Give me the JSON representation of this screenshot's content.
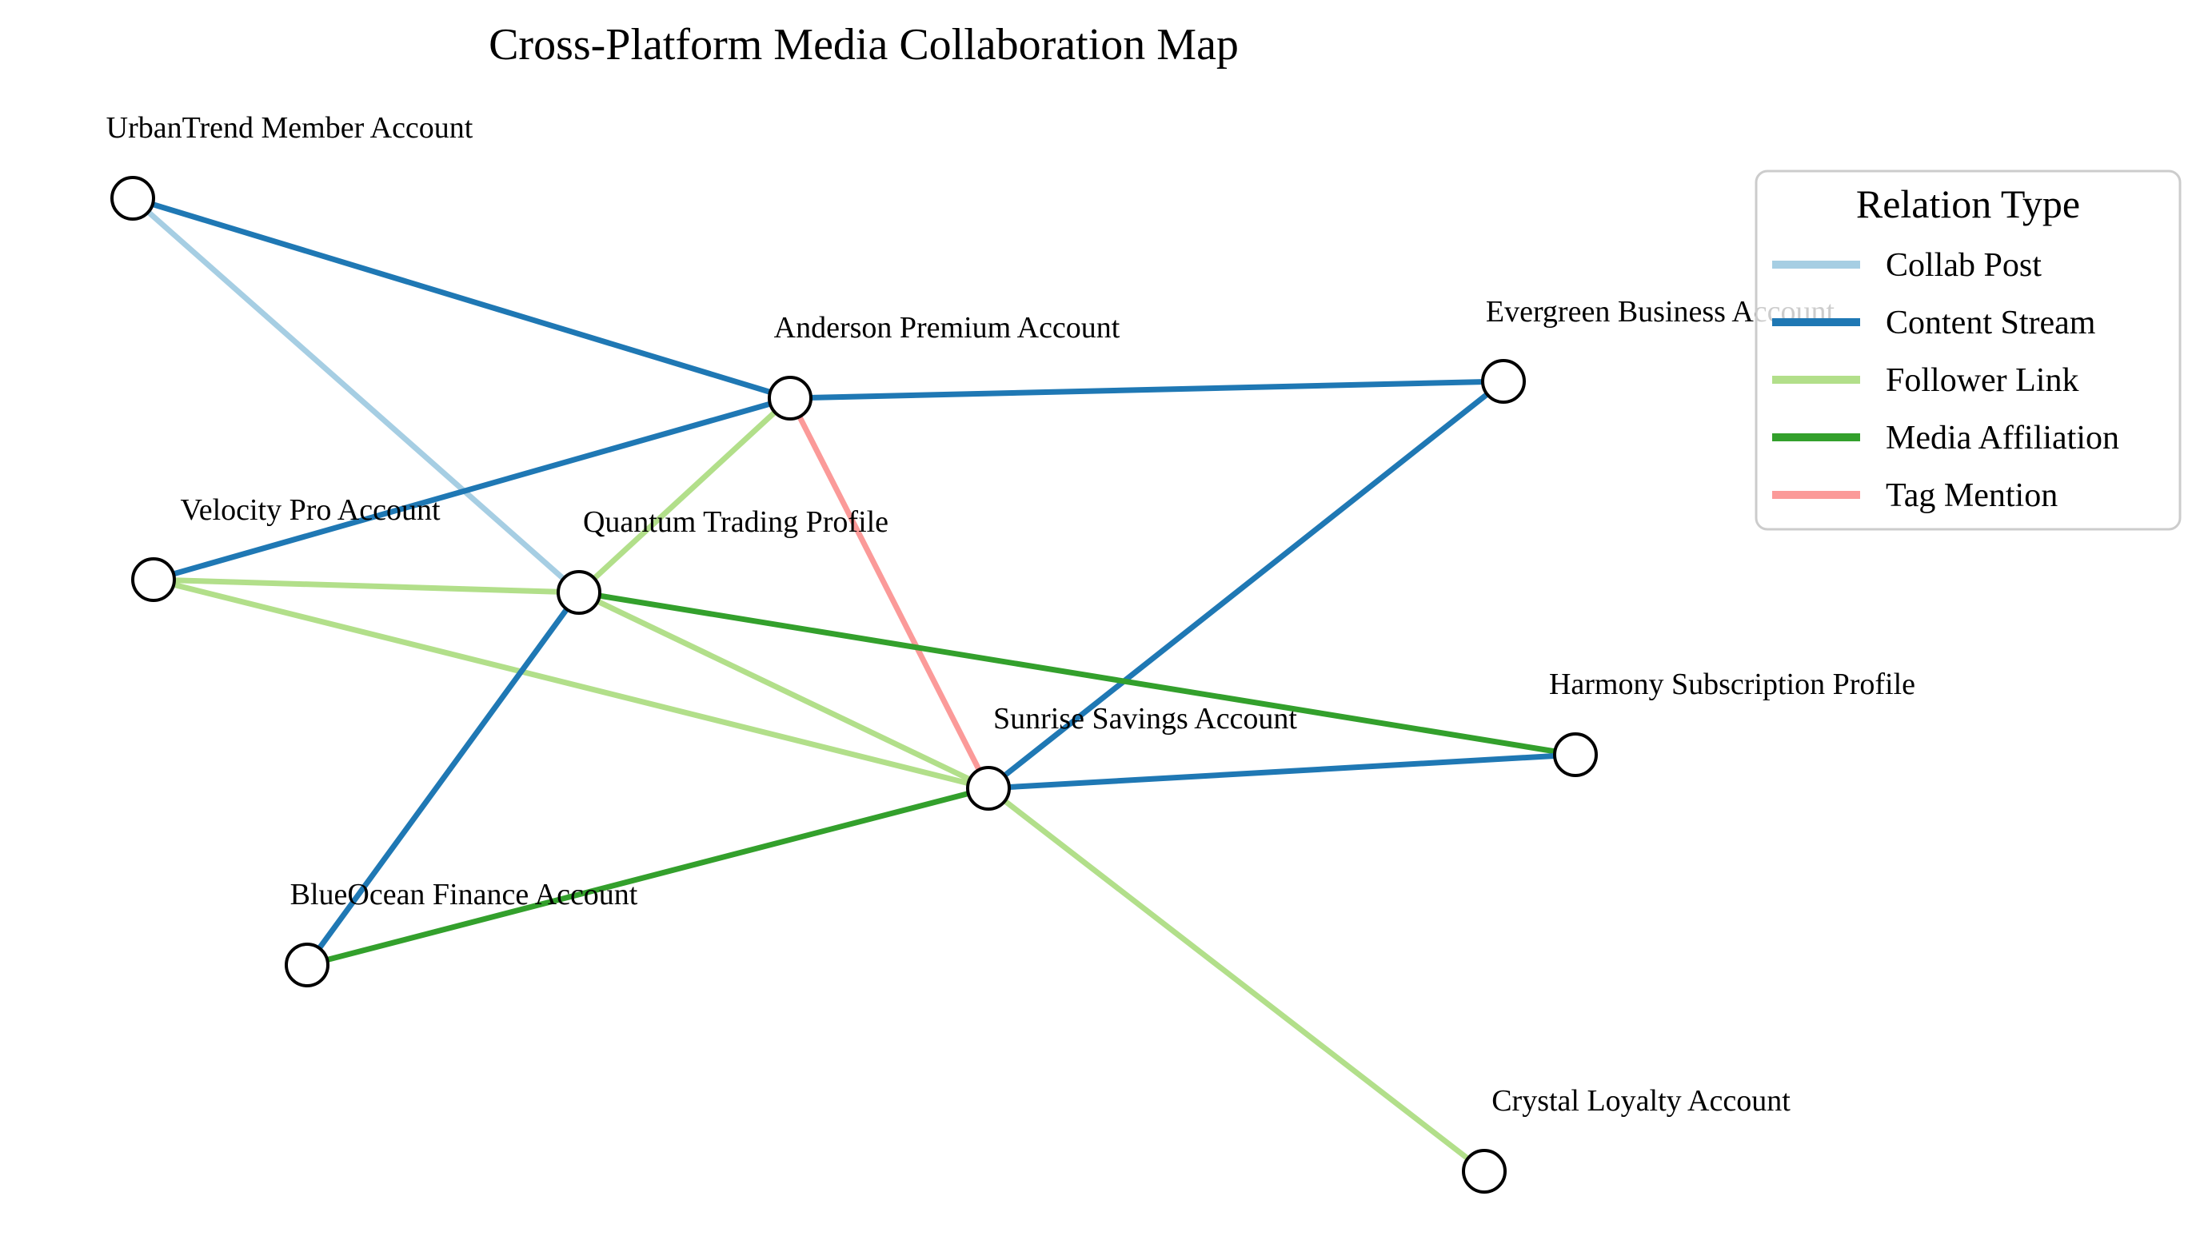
{
  "title": "Cross-Platform Media Collaboration Map",
  "legend": {
    "title": "Relation Type",
    "items": [
      {
        "id": "collab",
        "label": "Collab Post",
        "color": "#a6cee3"
      },
      {
        "id": "content",
        "label": "Content Stream",
        "color": "#1f78b4"
      },
      {
        "id": "follower",
        "label": "Follower Link",
        "color": "#b2df8a"
      },
      {
        "id": "media",
        "label": "Media Affiliation",
        "color": "#33a02c"
      },
      {
        "id": "tag",
        "label": "Tag Mention",
        "color": "#fb9a99"
      }
    ]
  },
  "nodes": [
    {
      "id": "urbantrend",
      "label": "UrbanTrend Member Account"
    },
    {
      "id": "anderson",
      "label": "Anderson Premium Account"
    },
    {
      "id": "evergreen",
      "label": "Evergreen Business Account"
    },
    {
      "id": "velocity",
      "label": "Velocity Pro Account"
    },
    {
      "id": "quantum",
      "label": "Quantum Trading Profile"
    },
    {
      "id": "sunrise",
      "label": "Sunrise Savings Account"
    },
    {
      "id": "harmony",
      "label": "Harmony Subscription Profile"
    },
    {
      "id": "blueocean",
      "label": "BlueOcean Finance Account"
    },
    {
      "id": "crystal",
      "label": "Crystal Loyalty Account"
    }
  ],
  "edges": [
    {
      "source": "urbantrend",
      "target": "anderson",
      "type": "content"
    },
    {
      "source": "urbantrend",
      "target": "quantum",
      "type": "collab"
    },
    {
      "source": "anderson",
      "target": "evergreen",
      "type": "content"
    },
    {
      "source": "anderson",
      "target": "velocity",
      "type": "content"
    },
    {
      "source": "anderson",
      "target": "quantum",
      "type": "follower"
    },
    {
      "source": "anderson",
      "target": "sunrise",
      "type": "tag"
    },
    {
      "source": "evergreen",
      "target": "sunrise",
      "type": "content"
    },
    {
      "source": "velocity",
      "target": "quantum",
      "type": "follower"
    },
    {
      "source": "velocity",
      "target": "sunrise",
      "type": "follower"
    },
    {
      "source": "quantum",
      "target": "harmony",
      "type": "media"
    },
    {
      "source": "quantum",
      "target": "sunrise",
      "type": "follower"
    },
    {
      "source": "quantum",
      "target": "blueocean",
      "type": "content"
    },
    {
      "source": "sunrise",
      "target": "harmony",
      "type": "content"
    },
    {
      "source": "sunrise",
      "target": "blueocean",
      "type": "media"
    },
    {
      "source": "sunrise",
      "target": "crystal",
      "type": "follower"
    }
  ]
}
